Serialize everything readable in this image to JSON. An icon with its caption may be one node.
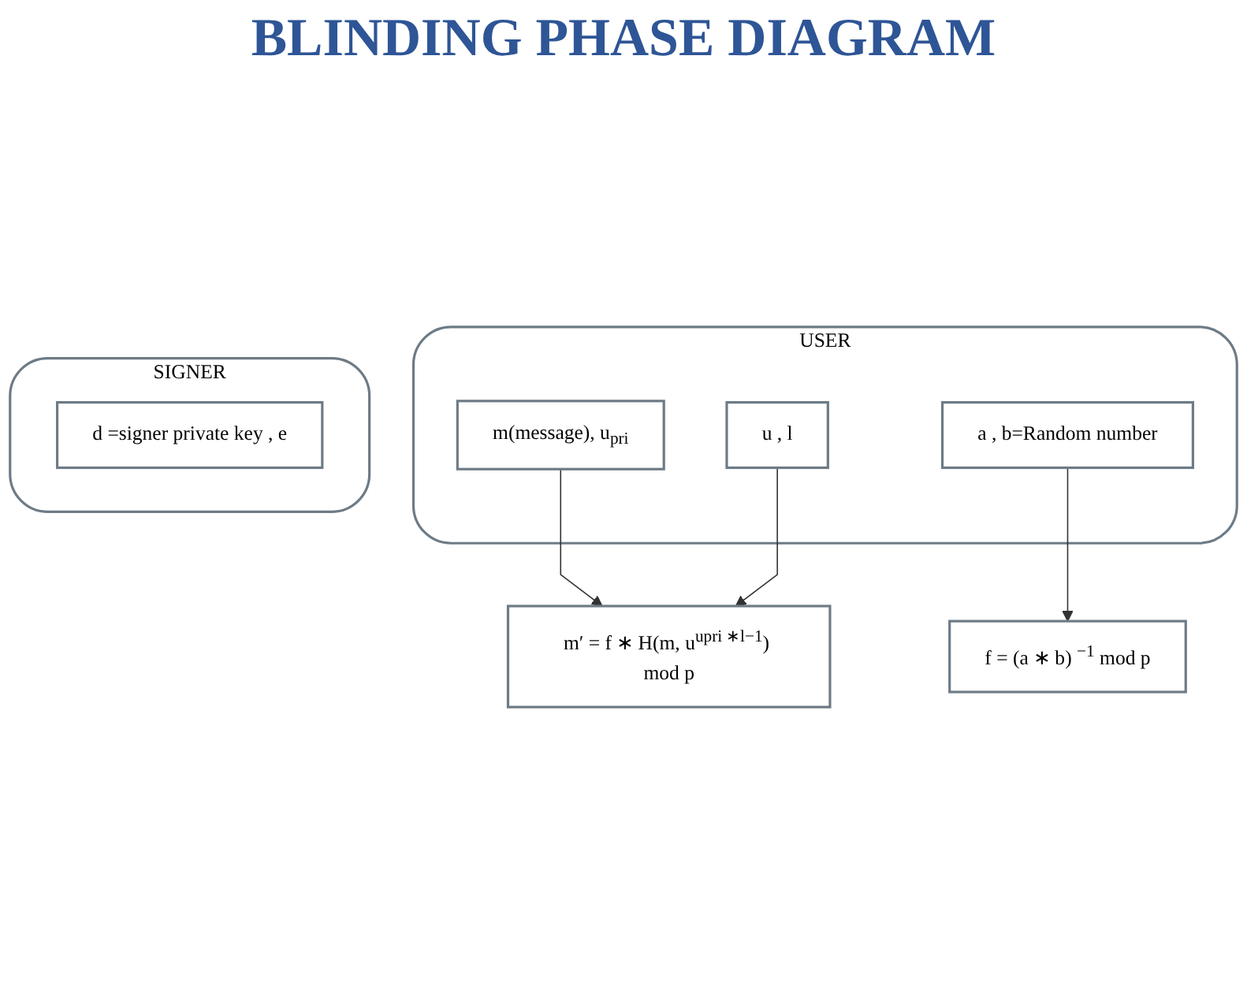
{
  "diagram": {
    "title": "BLINDING PHASE DIAGRAM",
    "nodes": [
      {
        "text": [
          "USER"
        ]
      },
      {
        "text": [
          "m(message), u$_{pri}$"
        ],
        "in": 0
      },
      {
        "text": [
          "a , b=Random number"
        ],
        "in": 0
      },
      {
        "text": [
          "u , l"
        ],
        "in": 0
      },
      {
        "text": [
          "SIGNER"
        ]
      },
      {
        "text": [
          "d =signer private key , e"
        ],
        "in": 4
      },
      {
        "text": [
          "f = (a ∗ b) $^{−1}$ mod p"
        ]
      },
      {
        "text": [
          "m′ = f ∗ H(m, u$^{upri ∗l−1}$) mod p"
        ]
      }
    ],
    "edges": [
      {
        "from": 2,
        "to": 6,
        "arrow": "to"
      },
      {
        "from": 1,
        "to": 7,
        "arrow": "to"
      },
      {
        "from": 3,
        "to": 7,
        "arrow": "to"
      }
    ]
  }
}
